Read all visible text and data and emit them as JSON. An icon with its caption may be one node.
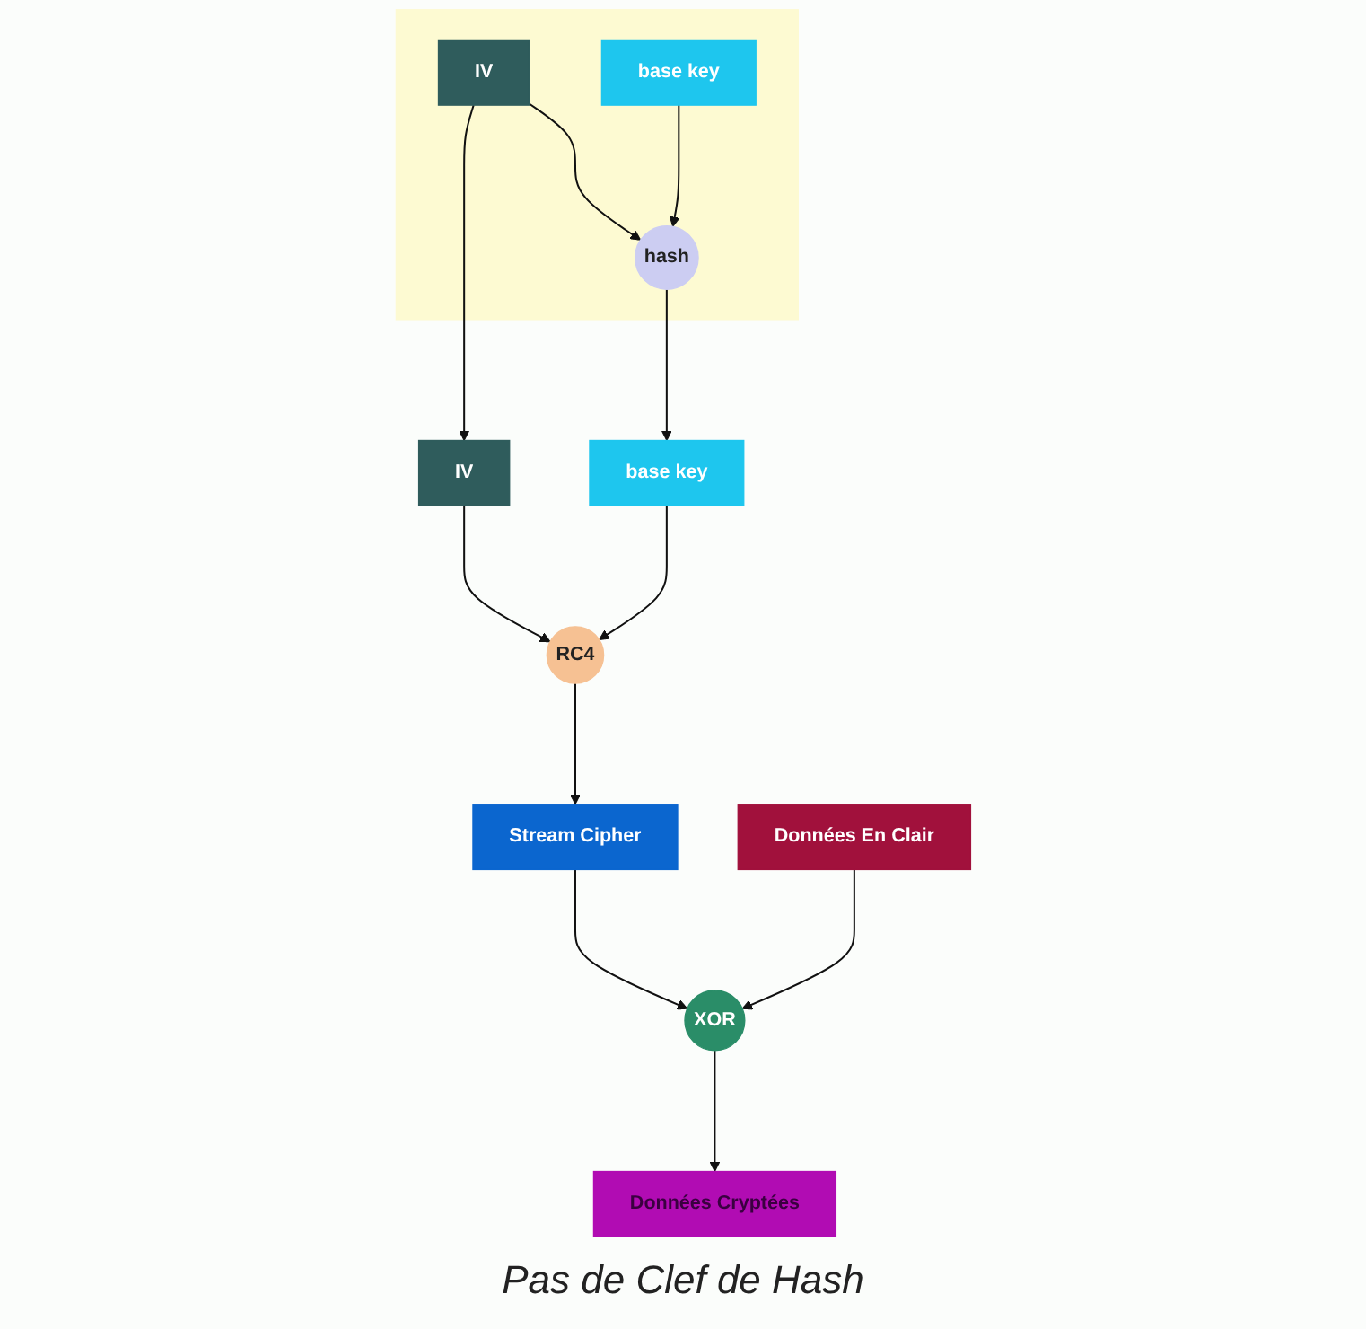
{
  "diagram": {
    "caption": "Pas de Clef de Hash",
    "nodes": [
      {
        "text": [],
        "shape": "box"
      },
      {
        "text": [
          "IV"
        ],
        "in": 0
      },
      {
        "text": [
          "base key"
        ],
        "in": 0
      },
      {
        "text": [
          "hash"
        ],
        "in": 0
      },
      {
        "text": [
          "IV"
        ]
      },
      {
        "text": [
          "base key"
        ]
      },
      {
        "text": [
          "RC4"
        ]
      },
      {
        "text": [
          "Données En Clair"
        ]
      },
      {
        "text": [
          "XOR"
        ]
      },
      {
        "text": [
          "Stream Cipher"
        ]
      },
      {
        "text": [
          "Données Cryptées"
        ]
      }
    ],
    "edges": [
      {
        "from": 1,
        "to": 3,
        "arrow": "to"
      },
      {
        "from": 2,
        "to": 3,
        "arrow": "to"
      },
      {
        "from": 3,
        "to": 5,
        "arrow": "to"
      },
      {
        "from": 1,
        "to": 4,
        "arrow": "to"
      },
      {
        "from": 4,
        "to": 6,
        "arrow": "to"
      },
      {
        "from": 5,
        "to": 6,
        "arrow": "to"
      },
      {
        "from": 6,
        "to": 9,
        "arrow": "to"
      },
      {
        "from": 9,
        "to": 8,
        "arrow": "to"
      },
      {
        "from": 7,
        "to": 8,
        "arrow": "to"
      },
      {
        "from": 8,
        "to": 10,
        "arrow": "to"
      }
    ]
  }
}
